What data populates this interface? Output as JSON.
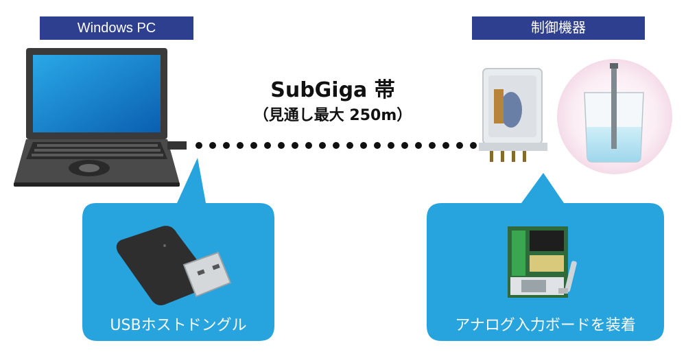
{
  "headers": {
    "pc": "Windows PC",
    "device": "制御機器"
  },
  "link": {
    "band": "SubGiga 帯",
    "range": "（見通し最大 250m）"
  },
  "bubbles": {
    "left": "USBホストドングル",
    "right": "アナログ入力ボードを装着"
  },
  "colors": {
    "header_bg": "#2f3f8f",
    "bubble_bg": "#27a3dd",
    "dots": "#111111"
  },
  "icons": [
    "laptop-icon",
    "usb-dongle-icon",
    "relay-icon",
    "beaker-sensor-icon",
    "analog-board-icon"
  ]
}
